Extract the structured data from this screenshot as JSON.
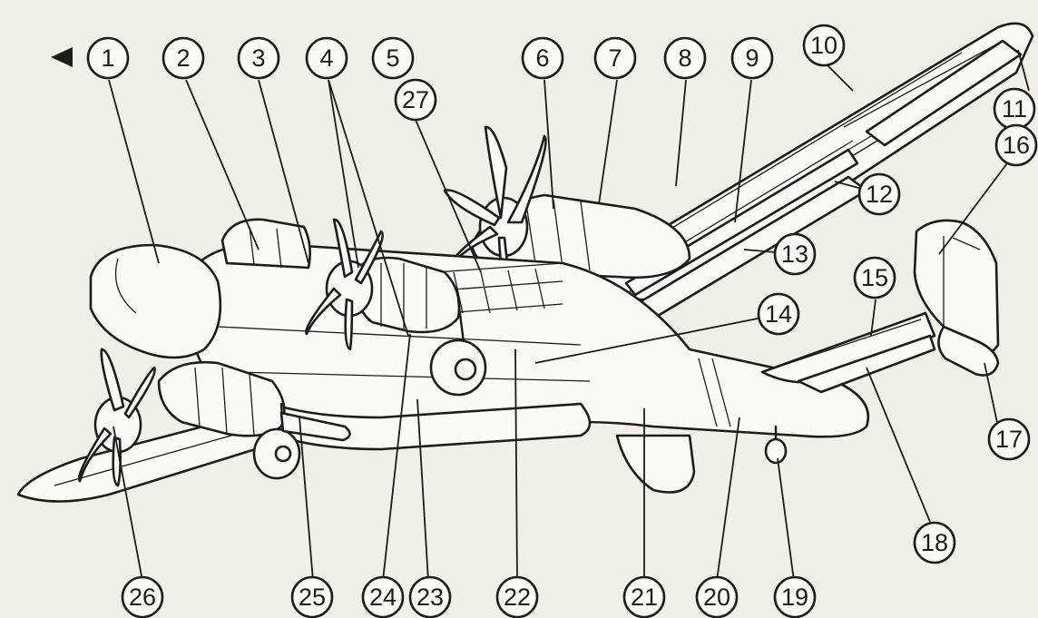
{
  "diagram": {
    "callouts": [
      {
        "id": "1",
        "label": "1"
      },
      {
        "id": "2",
        "label": "2"
      },
      {
        "id": "3",
        "label": "3"
      },
      {
        "id": "4",
        "label": "4"
      },
      {
        "id": "5",
        "label": "5"
      },
      {
        "id": "6",
        "label": "6"
      },
      {
        "id": "7",
        "label": "7"
      },
      {
        "id": "8",
        "label": "8"
      },
      {
        "id": "9",
        "label": "9"
      },
      {
        "id": "10",
        "label": "10"
      },
      {
        "id": "11",
        "label": "11"
      },
      {
        "id": "12",
        "label": "12"
      },
      {
        "id": "13",
        "label": "13"
      },
      {
        "id": "14",
        "label": "14"
      },
      {
        "id": "15",
        "label": "15"
      },
      {
        "id": "16",
        "label": "16"
      },
      {
        "id": "17",
        "label": "17"
      },
      {
        "id": "18",
        "label": "18"
      },
      {
        "id": "19",
        "label": "19"
      },
      {
        "id": "20",
        "label": "20"
      },
      {
        "id": "21",
        "label": "21"
      },
      {
        "id": "22",
        "label": "22"
      },
      {
        "id": "23",
        "label": "23"
      },
      {
        "id": "24",
        "label": "24"
      },
      {
        "id": "25",
        "label": "25"
      },
      {
        "id": "26",
        "label": "26"
      },
      {
        "id": "27",
        "label": "27"
      }
    ],
    "colors": {
      "ink": "#1c1c1c",
      "paper": "#f2efe6"
    }
  }
}
